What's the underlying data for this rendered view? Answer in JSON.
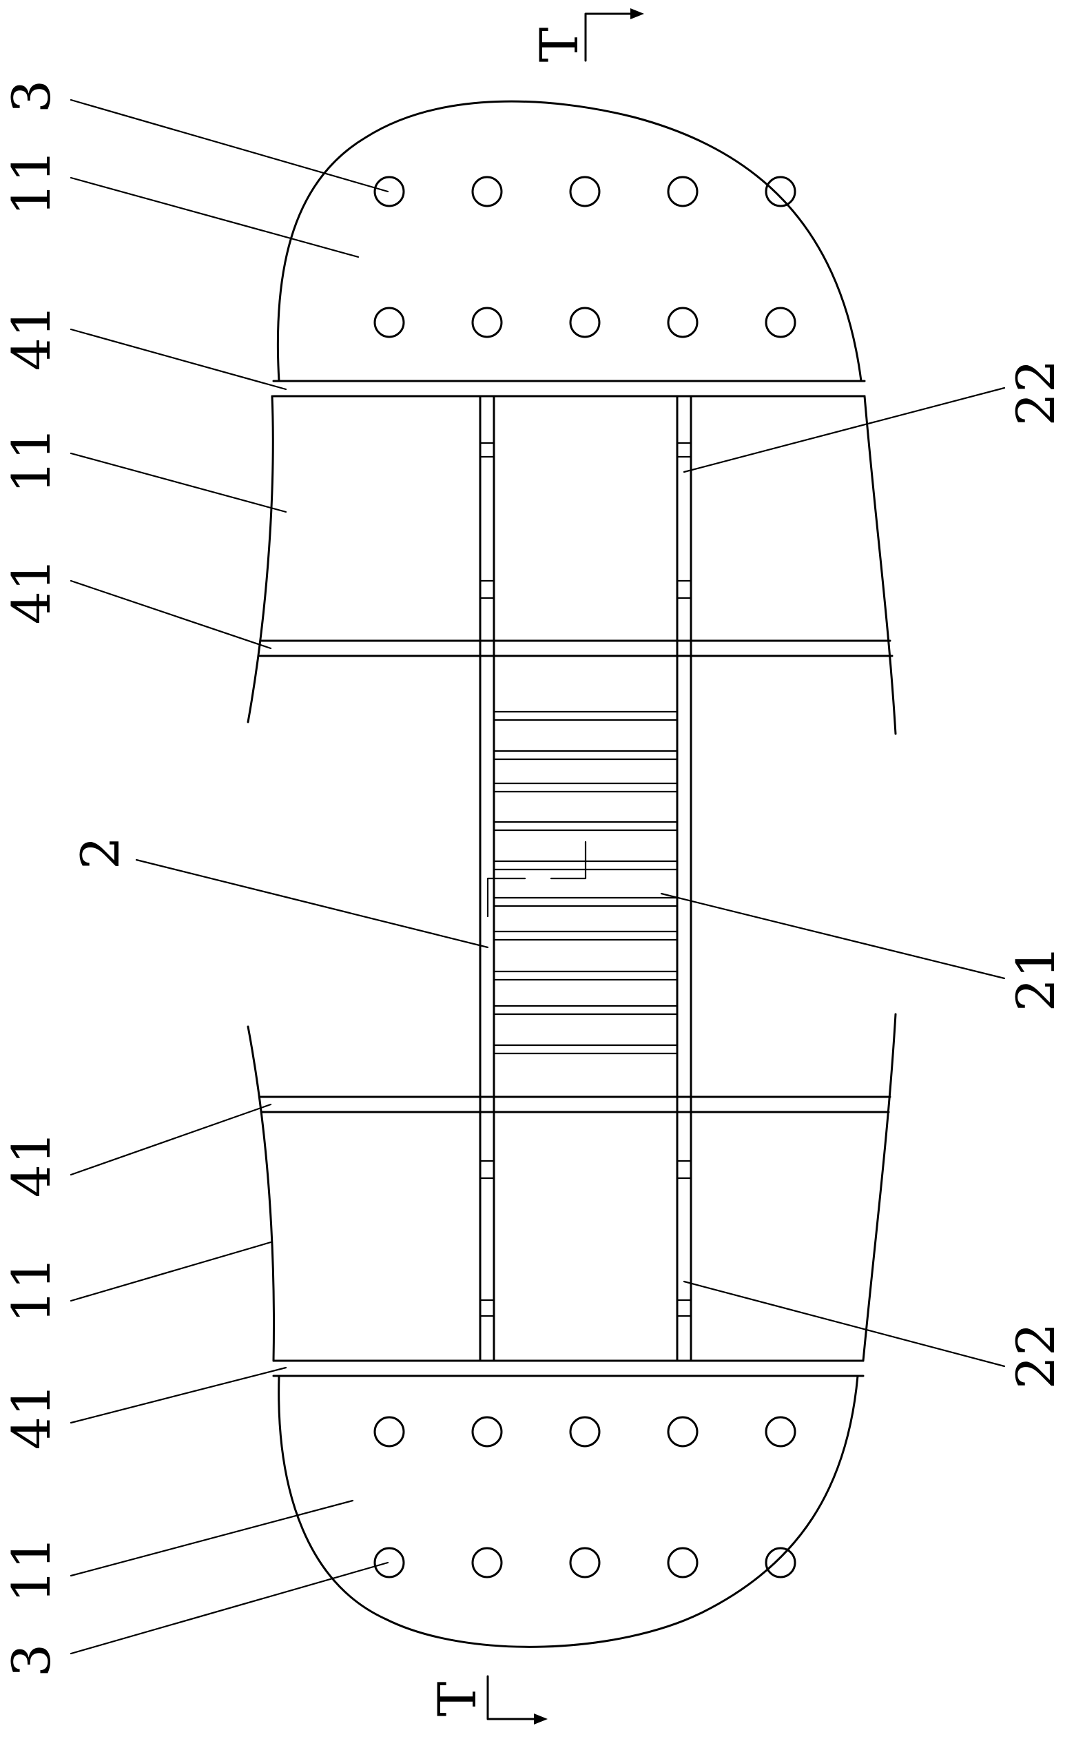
{
  "colors": {
    "ink": "#000000",
    "paper": "#ffffff"
  },
  "section": {
    "top_mark": "T",
    "bottom_mark": "T"
  },
  "labels": {
    "left_top": [
      "3",
      "11",
      "41",
      "11",
      "41"
    ],
    "left_middle": "2",
    "left_bottom": [
      "41",
      "11",
      "41",
      "11",
      "3"
    ],
    "right_top": "22",
    "right_middle": "21",
    "right_bottom": "22"
  }
}
